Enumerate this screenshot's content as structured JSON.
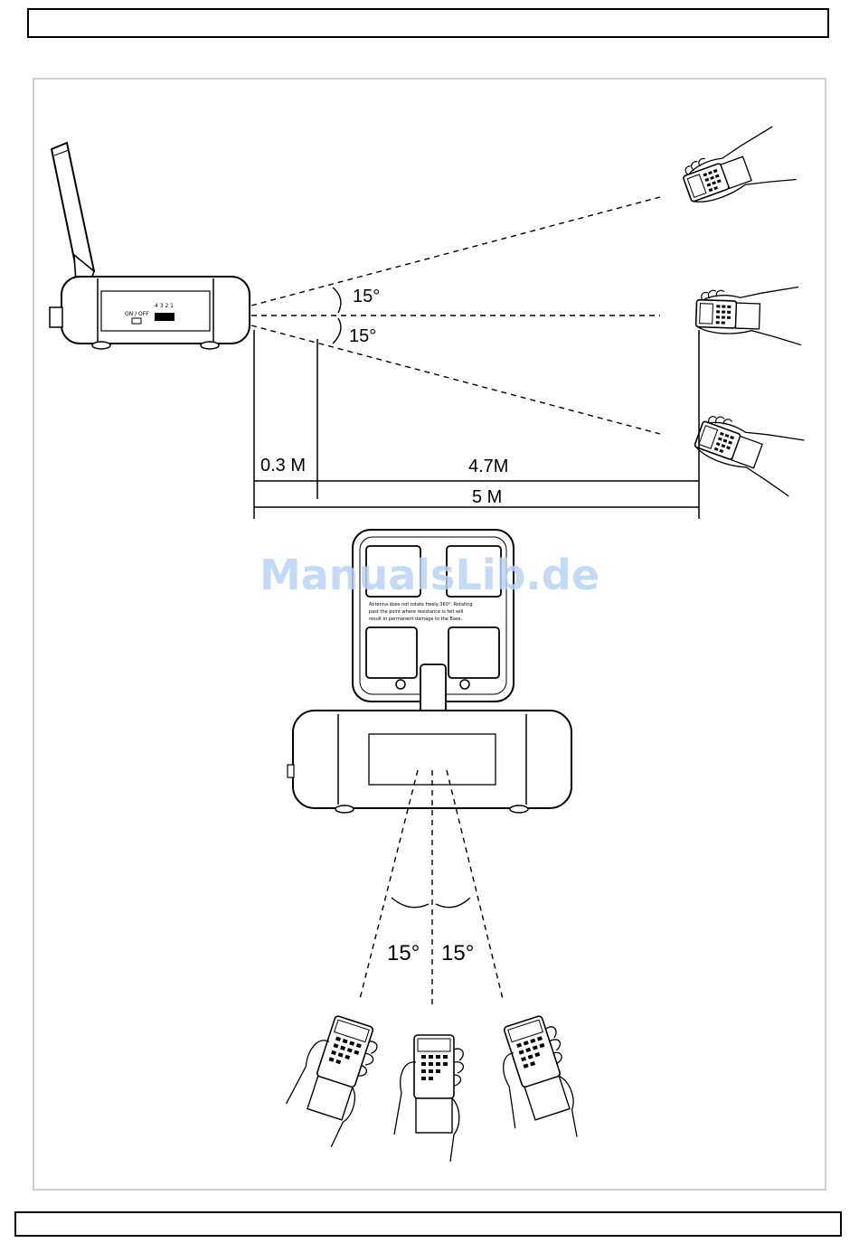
{
  "side_view": {
    "angle_upper": "15°",
    "angle_lower": "15°",
    "dist_near": "0.3 M",
    "dist_far": "4.7M",
    "dist_total": "5 M",
    "switch_label": "ON / OFF",
    "channel_digits": "4 3 2 1"
  },
  "top_view": {
    "angle_left": "15°",
    "angle_right": "15°",
    "antenna_notice_line1": "Antenna does not rotate freely 360°. Rotating",
    "antenna_notice_line2": "past the point where resistance is felt will",
    "antenna_notice_line3": "result in permanent damage to the Base."
  },
  "watermark": "ManualsLib.de",
  "icons": [
    "remote-in-hand-icon",
    "base-unit-icon",
    "antenna-icon"
  ]
}
